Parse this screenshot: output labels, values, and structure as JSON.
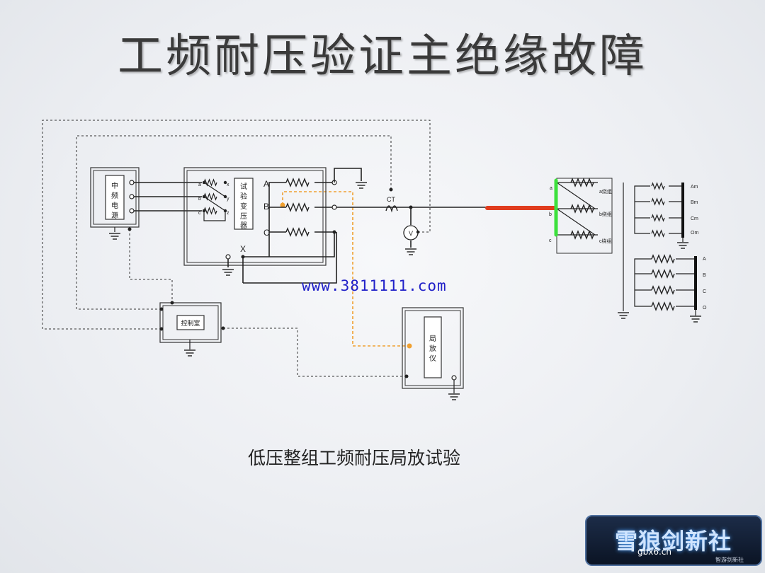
{
  "title": "工频耐压验证主绝缘故障",
  "caption": "低压整组工频耐压局放试验",
  "watermark": "www.3811111.com",
  "labels": {
    "power_source": [
      "中",
      "频",
      "电",
      "源"
    ],
    "test_transformer": [
      "试",
      "验",
      "变",
      "压",
      "器"
    ],
    "control_room": "控制室",
    "pd_meter": [
      "局",
      "放",
      "仪"
    ],
    "phase_A": "A",
    "phase_B": "B",
    "phase_C": "C",
    "neutral_X": "X",
    "ct": "CT",
    "voltmeter": "V",
    "tap_a": "a",
    "tap_b": "b",
    "tap_c": "c",
    "tap_x": "x",
    "tap_y": "y",
    "tap_z": "z",
    "dut_a": "a",
    "dut_b": "b",
    "dut_c": "c",
    "winding_a": "a绕组",
    "winding_b": "b绕组",
    "winding_c": "c绕组",
    "right_top": [
      "Am",
      "Bm",
      "Cm",
      "Om"
    ],
    "right_bottom": [
      "A",
      "B",
      "C",
      "O"
    ]
  },
  "logo": {
    "text": "雪狼剑新社",
    "site": "gbx6.cn",
    "sub": "智游剑新社"
  },
  "colors": {
    "pd_signal": "#f0a030",
    "fault": "#e03c1e",
    "bus": "#3ce03c",
    "wire": "#222222"
  }
}
